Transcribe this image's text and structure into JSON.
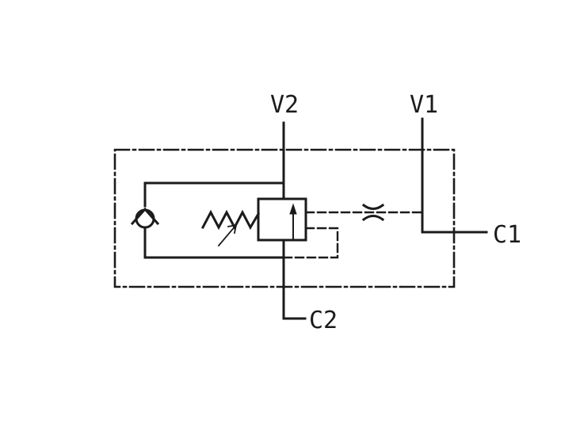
{
  "labels": {
    "v2": "V2",
    "v1": "V1",
    "c1": "C1",
    "c2": "C2"
  },
  "colors": {
    "ink": "#1b1b1b",
    "background": "#ffffff"
  },
  "symbols": [
    "check-valve-icon",
    "spring-icon",
    "adjustable-arrow-icon",
    "valve-spool-icon",
    "flow-arrow-icon",
    "orifice-restrictor-icon"
  ]
}
